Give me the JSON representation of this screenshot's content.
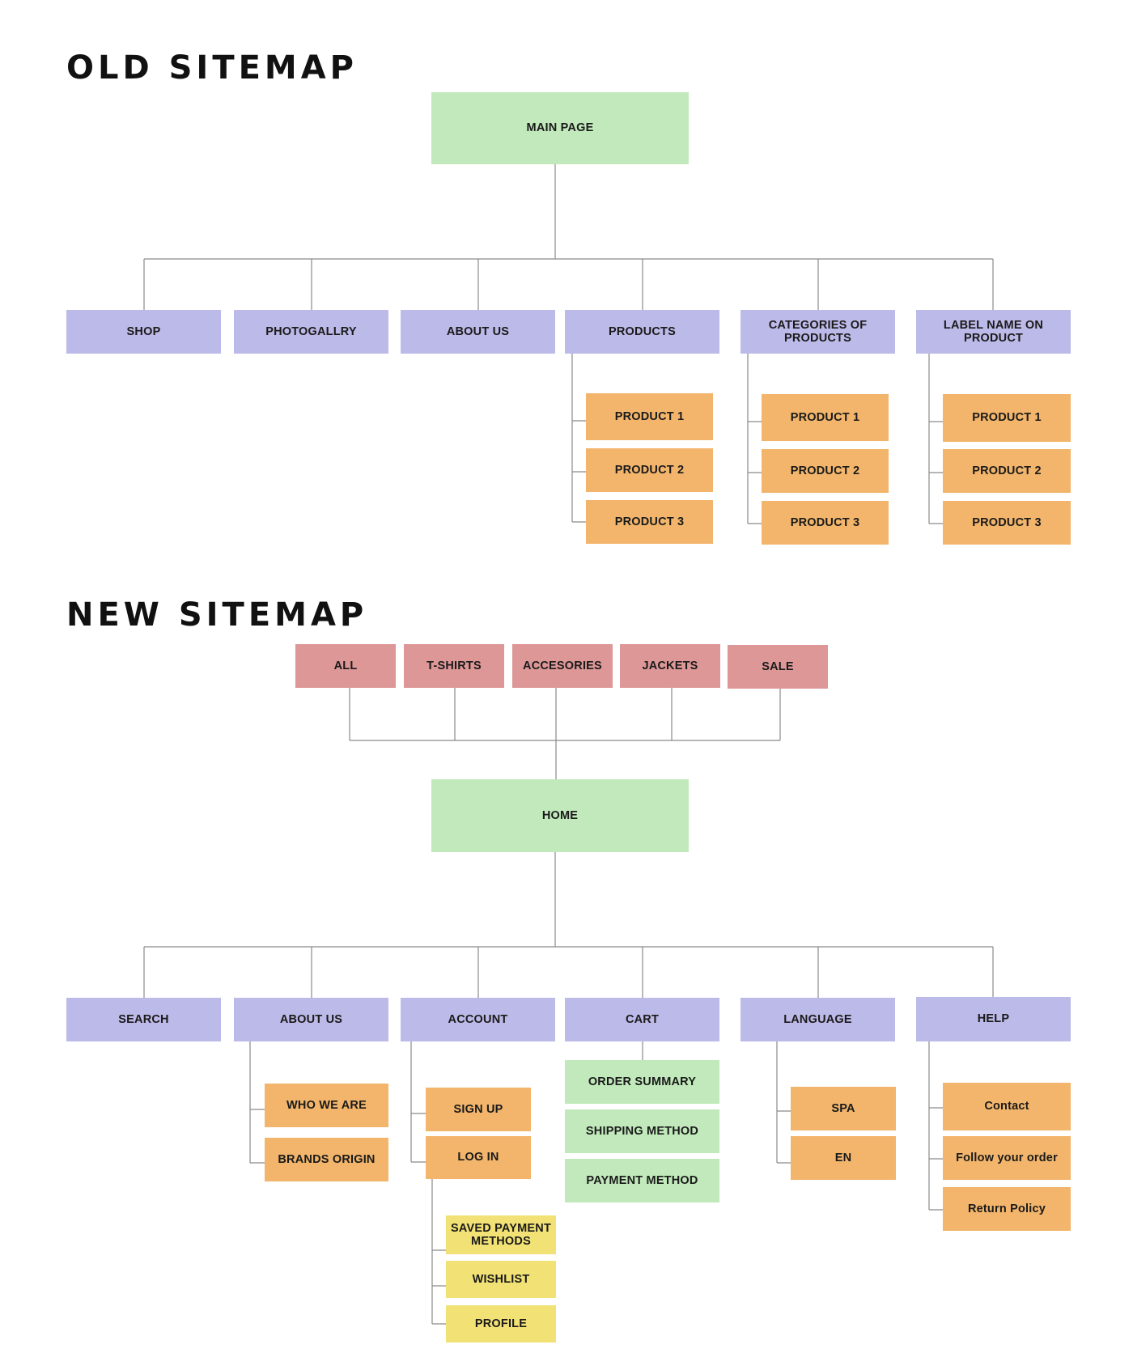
{
  "old_sitemap": {
    "title": "OLD SITEMAP",
    "root": "MAIN PAGE",
    "sections": [
      "SHOP",
      "PHOTOGALLRY",
      "ABOUT US",
      "PRODUCTS",
      "CATEGORIES OF PRODUCTS",
      "LABEL NAME ON PRODUCT"
    ],
    "products_children": [
      "PRODUCT 1",
      "PRODUCT 2",
      "PRODUCT 3"
    ],
    "categories_children": [
      "PRODUCT 1",
      "PRODUCT 2",
      "PRODUCT 3"
    ],
    "label_children": [
      "PRODUCT 1",
      "PRODUCT 2",
      "PRODUCT 3"
    ]
  },
  "new_sitemap": {
    "title": "NEW SITEMAP",
    "categories": [
      "ALL",
      "T-SHIRTS",
      "ACCESORIES",
      "JACKETS",
      "SALE"
    ],
    "root": "HOME",
    "sections": [
      "SEARCH",
      "ABOUT US",
      "ACCOUNT",
      "CART",
      "LANGUAGE",
      "HELP"
    ],
    "about_children": [
      "WHO WE ARE",
      "BRANDS ORIGIN"
    ],
    "account_children": [
      "SIGN UP",
      "LOG IN"
    ],
    "login_children": [
      "SAVED PAYMENT METHODS",
      "WISHLIST",
      "PROFILE"
    ],
    "cart_children": [
      "ORDER SUMMARY",
      "SHIPPING METHOD",
      "PAYMENT METHOD"
    ],
    "language_children": [
      "SPA",
      "EN"
    ],
    "help_children": [
      "Contact",
      "Follow your order",
      "Return Policy"
    ]
  },
  "colors": {
    "root": "#c1e9bb",
    "section": "#bcbae8",
    "child": "#f2b56b",
    "category": "#de9797",
    "subchild": "#f2e275",
    "connector": "#8a8a8a"
  }
}
